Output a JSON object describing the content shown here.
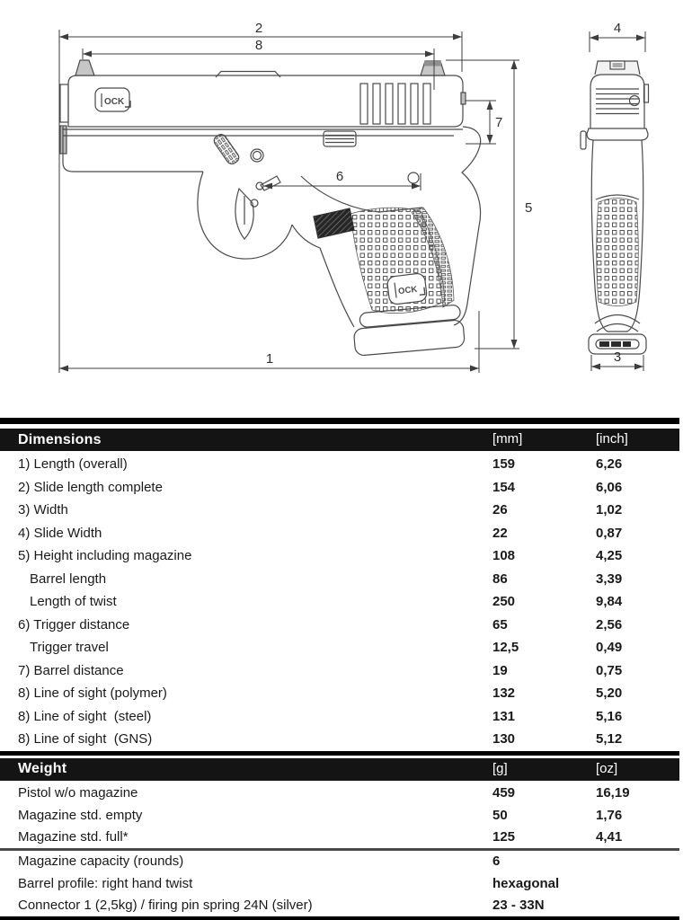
{
  "drawing": {
    "slide_logo": "OCK",
    "grip_logo": "OCK",
    "side_view_callouts": {
      "overall_length": "1",
      "slide_length": "2",
      "height": "5",
      "trigger_distance": "6",
      "barrel_distance": "7",
      "line_of_sight": "8"
    },
    "front_view_callouts": {
      "width": "3",
      "slide_width": "4"
    }
  },
  "colors": {
    "section_header_bg": "#141414",
    "section_header_text": "#ffffff",
    "rule": "#000000",
    "line_art": "#4a4a4a"
  },
  "table": {
    "sections": [
      {
        "title": "Dimensions",
        "col1": "[mm]",
        "col2": "[inch]",
        "rows": [
          {
            "label": "1) Length (overall)",
            "v1": "159",
            "v2": "6,26"
          },
          {
            "label": "2) Slide length complete",
            "v1": "154",
            "v2": "6,06"
          },
          {
            "label": "3) Width",
            "v1": "26",
            "v2": "1,02"
          },
          {
            "label": "4) Slide Width",
            "v1": "22",
            "v2": "0,87"
          },
          {
            "label": "5) Height including magazine",
            "v1": "108",
            "v2": "4,25"
          },
          {
            "label": "Barrel length",
            "indent": true,
            "v1": "86",
            "v2": "3,39"
          },
          {
            "label": "Length of twist",
            "indent": true,
            "v1": "250",
            "v2": "9,84"
          },
          {
            "label": "6) Trigger distance",
            "v1": "65",
            "v2": "2,56"
          },
          {
            "label": "Trigger travel",
            "indent": true,
            "v1": "12,5",
            "v2": "0,49"
          },
          {
            "label": "7) Barrel distance",
            "v1": "19",
            "v2": "0,75"
          },
          {
            "label": "8) Line of sight (polymer)",
            "v1": "132",
            "v2": "5,20"
          },
          {
            "label": "8) Line of sight  (steel)",
            "v1": "131",
            "v2": "5,16"
          },
          {
            "label": "8) Line of sight  (GNS)",
            "v1": "130",
            "v2": "5,12"
          }
        ]
      },
      {
        "title": "Weight",
        "col1": "[g]",
        "col2": "[oz]",
        "rows": [
          {
            "label": "Pistol w/o magazine",
            "v1": "459",
            "v2": "16,19"
          },
          {
            "label": "Magazine std. empty",
            "v1": "50",
            "v2": "1,76"
          },
          {
            "label": "Magazine std. full*",
            "v1": "125",
            "v2": "4,41"
          }
        ]
      }
    ],
    "extra_rows": [
      {
        "label": "Magazine capacity (rounds)",
        "v1": "6",
        "v2": ""
      },
      {
        "label": "Barrel profile: right hand twist",
        "v1": "hexagonal",
        "v2": ""
      },
      {
        "label": "Connector 1 (2,5kg) / firing pin spring 24N (silver)",
        "v1": "23 - 33N",
        "v2": ""
      }
    ]
  }
}
